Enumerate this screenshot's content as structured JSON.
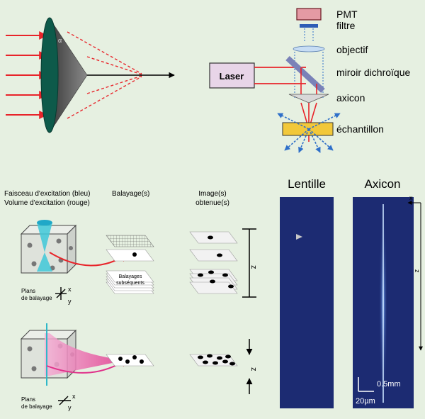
{
  "top": {
    "axicon_angle_label": "α",
    "setup": {
      "pmt": "PMT",
      "filtre": "filtre",
      "laser": "Laser",
      "objectif": "objectif",
      "miroir": "miroir dichroïque",
      "axicon": "axicon",
      "echantillon": "échantillon"
    }
  },
  "bottom": {
    "col1_line1": "Faisceau d'excitation (bleu)",
    "col1_line2": "Volume d'excitation (rouge)",
    "col2": "Balayage(s)",
    "col3_line1": "Image(s)",
    "col3_line2": "obtenue(s)",
    "subsequent_line1": "Balayages",
    "subsequent_line2": "subséquents",
    "plans_line1": "Plans",
    "plans_line2": "de balayage",
    "axis_x": "x",
    "axis_y": "y",
    "axis_z": "z"
  },
  "right": {
    "lentille": "Lentille",
    "axicon": "Axicon",
    "scale_mm": "0.5mm",
    "scale_um": "20µm",
    "axis_x": "x",
    "axis_z": "z"
  },
  "colors": {
    "background": "#e6f0e1",
    "beam_red": "#e8242a",
    "beam_blue": "#2e6fc9",
    "panel_dark": "#1c2b72",
    "laser_box": "#e8d5e8",
    "sample": "#f2c83a"
  }
}
